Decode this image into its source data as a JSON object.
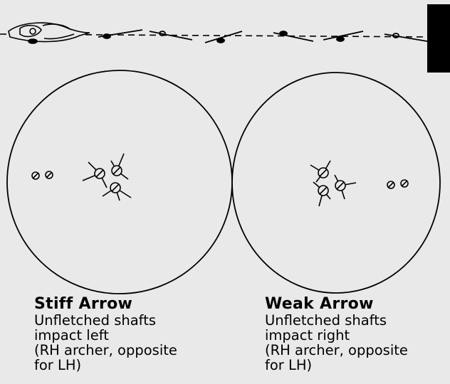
{
  "panels": [
    {
      "title": "Stiff Arrow",
      "lines": [
        "Unfletched shafts",
        "impact left",
        "(RH archer, opposite",
        "for LH)"
      ]
    },
    {
      "title": "Weak Arrow",
      "lines": [
        "Unfletched shafts",
        "impact right",
        "(RH archer, opposite",
        "for LH)"
      ]
    }
  ]
}
